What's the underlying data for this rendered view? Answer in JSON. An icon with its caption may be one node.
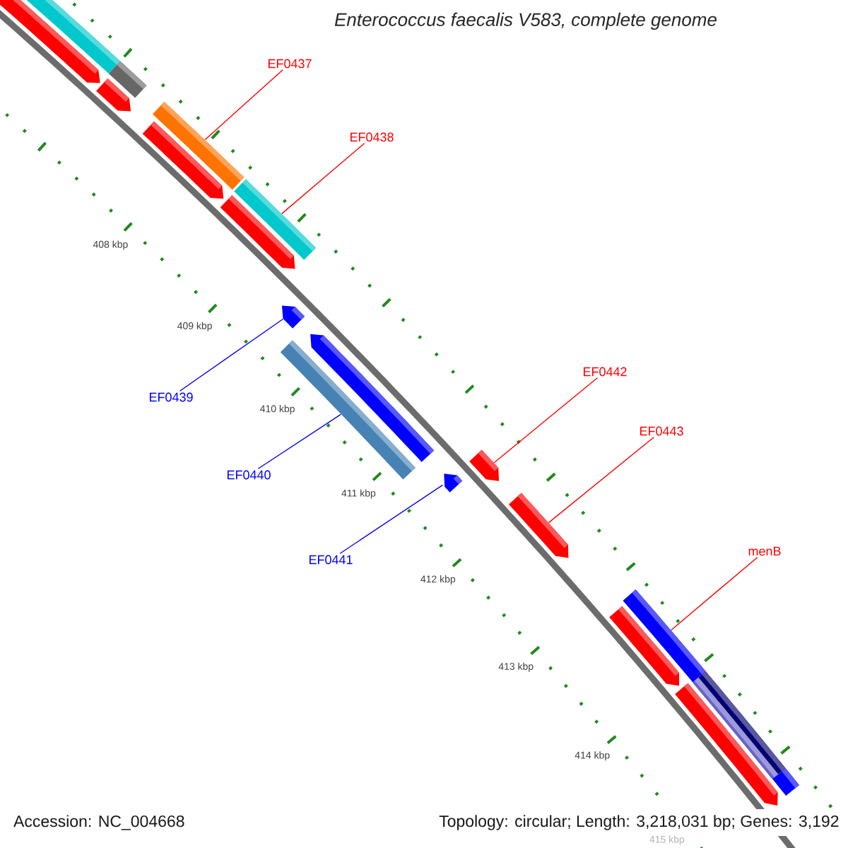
{
  "diagram": {
    "title": "Enterococcus faecalis V583, complete genome",
    "nodes": [
      {
        "text": [
          "EF0437"
        ]
      },
      {
        "text": [],
        "shape": "bar"
      },
      {
        "text": [
          "EF0438"
        ]
      },
      {
        "text": [],
        "shape": "bar"
      },
      {
        "text": [
          "EF0439"
        ]
      },
      {
        "text": [],
        "shape": "arrow"
      },
      {
        "text": [
          "EF0440"
        ]
      },
      {
        "text": [],
        "shape": "bar"
      },
      {
        "text": [
          "EF0441"
        ]
      },
      {
        "text": [],
        "shape": "arrow"
      },
      {
        "text": [
          "EF0442"
        ]
      },
      {
        "text": [],
        "shape": "arrow"
      },
      {
        "text": [
          "EF0443"
        ]
      },
      {
        "text": [],
        "shape": "arrow"
      },
      {
        "text": [
          "menB"
        ]
      },
      {
        "text": [],
        "shape": "bar"
      },
      {
        "text": [],
        "shape": "arrow"
      },
      {
        "text": [],
        "shape": "arrow"
      },
      {
        "text": [],
        "shape": "bar"
      },
      {
        "text": [],
        "shape": "bar"
      },
      {
        "text": [],
        "shape": "arrow"
      },
      {
        "text": [],
        "shape": "arrow"
      },
      {
        "text": [],
        "shape": "arrow"
      },
      {
        "text": [],
        "shape": "arrow"
      },
      {
        "text": [],
        "shape": "bar"
      },
      {
        "text": [],
        "shape": "bar"
      },
      {
        "text": [],
        "shape": "arrow"
      }
    ],
    "edges": [
      {
        "from": 0,
        "to": 1,
        "arrow": "none"
      },
      {
        "from": 2,
        "to": 3,
        "arrow": "none"
      },
      {
        "from": 4,
        "to": 5,
        "arrow": "none",
        "color": "#0000ff"
      },
      {
        "from": 6,
        "to": 7,
        "arrow": "none",
        "color": "#0000ff"
      },
      {
        "from": 8,
        "to": 9,
        "arrow": "none",
        "color": "#0000ff"
      },
      {
        "from": 10,
        "to": 11,
        "arrow": "none"
      },
      {
        "from": 12,
        "to": 13,
        "arrow": "none"
      },
      {
        "from": 14,
        "to": 15,
        "arrow": "none"
      }
    ],
    "labels": [
      "408 kbp",
      "409 kbp",
      "410 kbp",
      "411 kbp",
      "412 kbp",
      "413 kbp",
      "414 kbp",
      "415 kbp",
      "Accession: NC_004668",
      "Topology: circular; Length: 3,218,031 bp; Genes: 3,192"
    ]
  }
}
